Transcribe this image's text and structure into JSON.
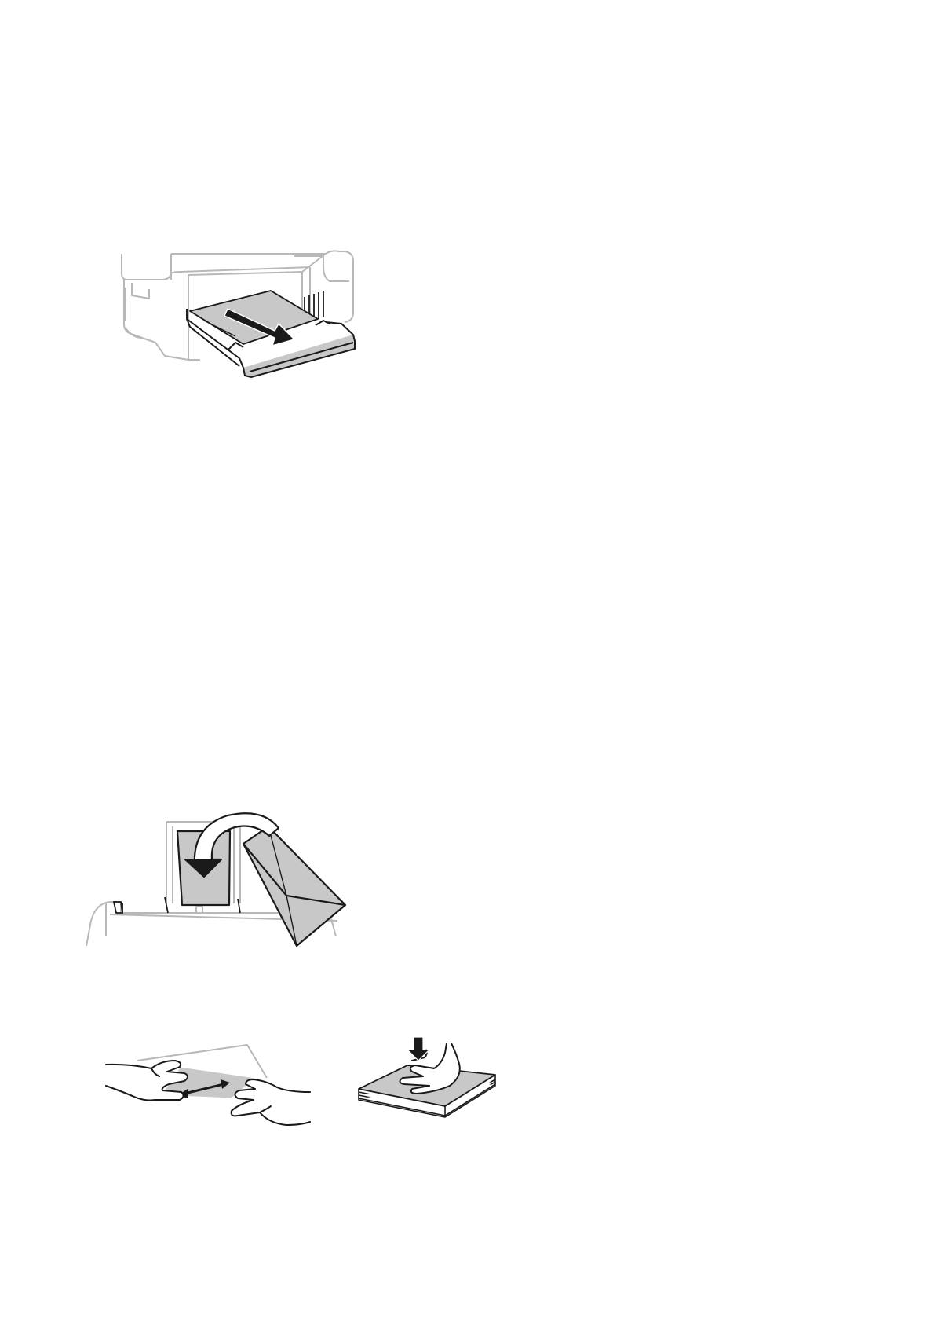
{
  "page": {
    "background": "#ffffff"
  },
  "figures": [
    {
      "id": "tray",
      "icon": "printer-paper-cassette-pull-out",
      "colors": {
        "line": "#1a1a1a",
        "light_line": "#b8b8b8",
        "fill": "#c8c8c8"
      }
    },
    {
      "id": "envelope",
      "icon": "envelope-flap-fold-insert",
      "colors": {
        "line": "#1a1a1a",
        "light_line": "#b8b8b8",
        "fill": "#c8c8c8"
      }
    },
    {
      "id": "fan",
      "icon": "hands-fanning-paper",
      "colors": {
        "line": "#1a1a1a",
        "light_line": "#b8b8b8",
        "fill": "#c8c8c8"
      }
    },
    {
      "id": "flatten",
      "icon": "hand-flattening-stack",
      "colors": {
        "line": "#1a1a1a",
        "fill": "#c8c8c8"
      }
    }
  ]
}
